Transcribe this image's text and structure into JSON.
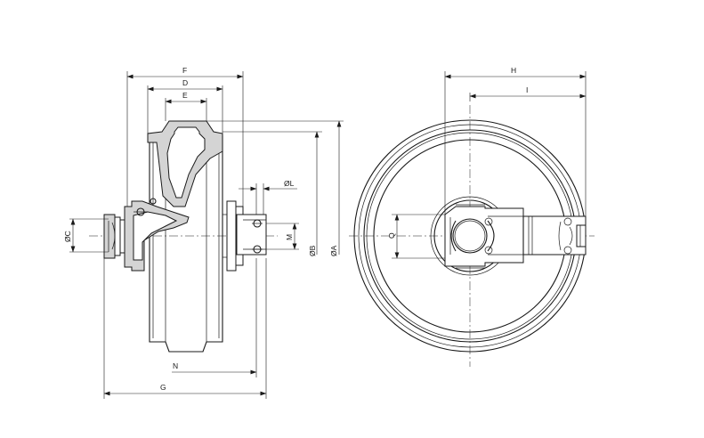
{
  "dimensions": {
    "F": "F",
    "D": "D",
    "E": "E",
    "L": "ØL",
    "C": "ØC",
    "M": "M",
    "B": "ØB",
    "A": "ØA",
    "N": "N",
    "G": "G",
    "H": "H",
    "I": "I",
    "Q": "Q"
  },
  "colors": {
    "line": "#1a1a1a",
    "section_fill": "#d4d4d4",
    "background": "#ffffff"
  }
}
